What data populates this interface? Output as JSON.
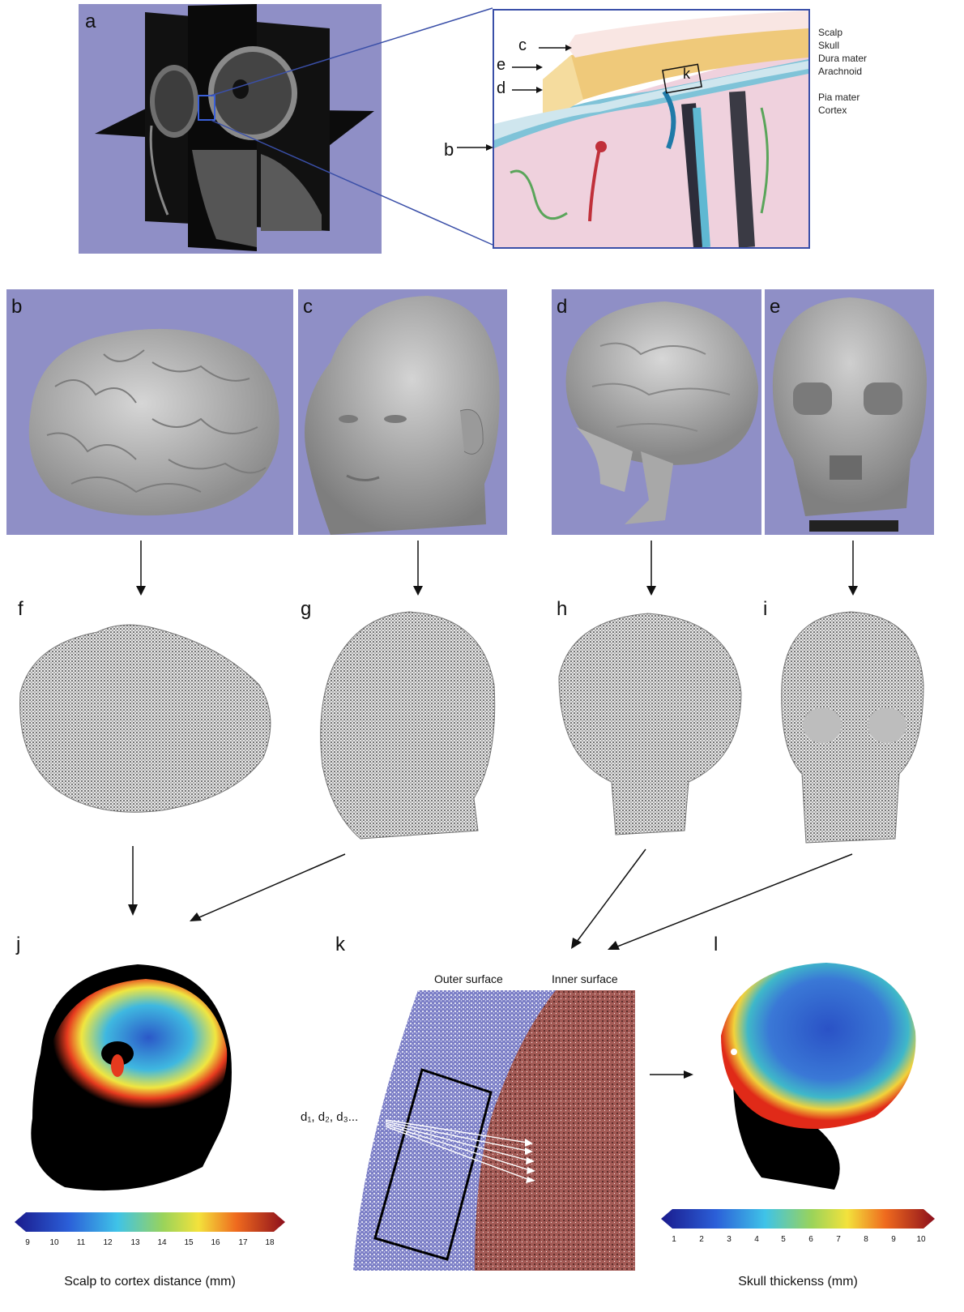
{
  "panels": {
    "a": "a",
    "b": "b",
    "c": "c",
    "d": "d",
    "e": "e",
    "f": "f",
    "g": "g",
    "h": "h",
    "i": "i",
    "j": "j",
    "k": "k",
    "l": "l"
  },
  "inset": {
    "arrow_labels": [
      "c",
      "e",
      "d",
      "b"
    ],
    "box_label": "k",
    "layers": [
      "Scalp",
      "Skull",
      "Dura mater",
      "Arachnoid",
      "Pia mater",
      "Cortex"
    ]
  },
  "panel_k": {
    "outer_surface": "Outer surface",
    "inner_surface": "Inner surface",
    "distances": "d₁, d₂, d₃..."
  },
  "colorbars": {
    "left": {
      "title": "Scalp to cortex distance (mm)",
      "ticks": [
        "9",
        "10",
        "11",
        "12",
        "13",
        "14",
        "15",
        "16",
        "17",
        "18"
      ]
    },
    "right": {
      "title": "Skull thickenss (mm)",
      "ticks": [
        "1",
        "2",
        "3",
        "4",
        "5",
        "6",
        "7",
        "8",
        "9",
        "10"
      ]
    }
  },
  "colors": {
    "background_panel": "#8f8fc6",
    "inset_border": "#3a4fa8",
    "mesh_gray": "#a8a8a8"
  }
}
